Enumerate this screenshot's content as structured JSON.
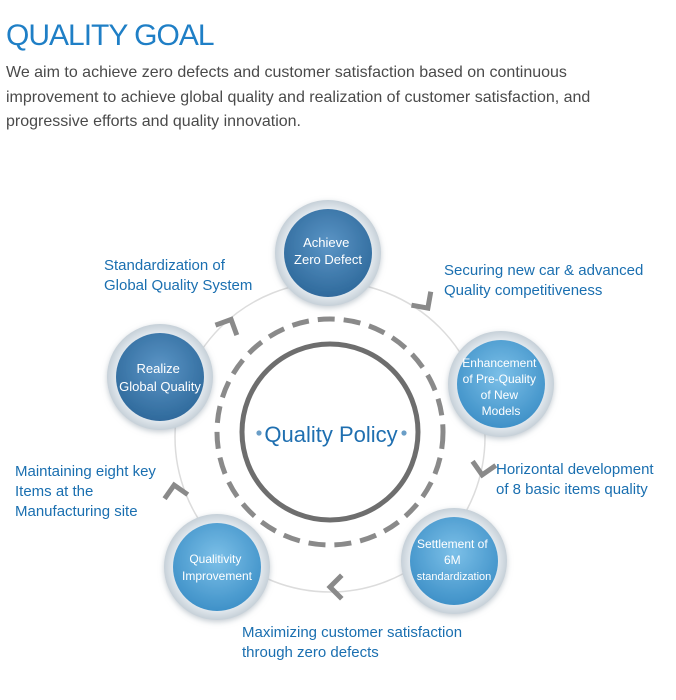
{
  "header": {
    "title": "QUALITY GOAL",
    "intro_lines": [
      "We aim to achieve zero defects and customer satisfaction based on continuous",
      "improvement to achieve global quality and realization of customer satisfaction, and",
      "progressive efforts and quality innovation."
    ]
  },
  "diagram": {
    "center_label": "Quality Policy",
    "nodes": [
      {
        "id": "achieve-zero-defect",
        "lines": [
          "Achieve",
          "Zero Defect"
        ]
      },
      {
        "id": "enhancement-pre-quality",
        "lines": [
          "Enhancement",
          "of Pre-Quality",
          "of New",
          "Models"
        ]
      },
      {
        "id": "settlement-6m",
        "lines": [
          "Settlement of",
          "6M",
          "standardization"
        ]
      },
      {
        "id": "qualitivity-improvement",
        "lines": [
          "Qualitivity",
          "Improvement"
        ]
      },
      {
        "id": "realize-global-quality",
        "lines": [
          "Realize",
          "Global Quality"
        ]
      }
    ],
    "labels": [
      {
        "id": "standardization",
        "lines": [
          "Standardization of",
          "Global Quality System"
        ]
      },
      {
        "id": "securing",
        "lines": [
          "Securing new car & advanced",
          "Quality competitiveness"
        ]
      },
      {
        "id": "horizontal",
        "lines": [
          "Horizontal development",
          "of 8 basic items quality"
        ]
      },
      {
        "id": "maximizing",
        "lines": [
          "Maximizing customer satisfaction",
          "through zero defects"
        ]
      },
      {
        "id": "maintaining",
        "lines": [
          "Maintaining eight key",
          "Items at the",
          "Manufacturing site"
        ]
      }
    ],
    "colors": {
      "title": "#1f7fc6",
      "label_text": "#1a6fb0",
      "ring_gray": "#6e6e6e",
      "dash_gray": "#888888",
      "arrow_gray": "#8a8a8a",
      "node_dark": "#3a78ab",
      "node_light": "#5aa9d8"
    }
  }
}
